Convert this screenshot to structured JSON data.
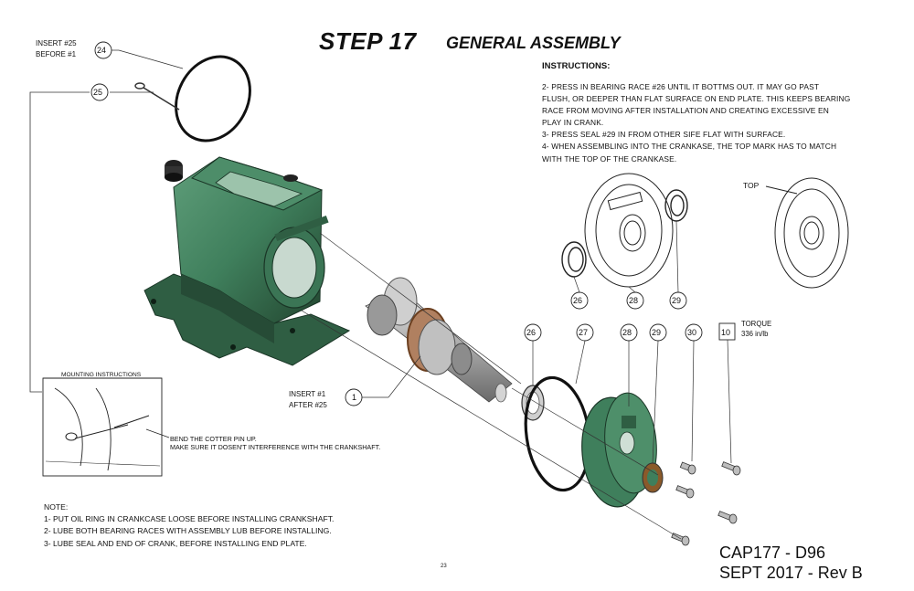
{
  "header": {
    "step": "STEP 17",
    "title": "GENERAL ASSEMBLY"
  },
  "instructions": {
    "heading": "INSTRUCTIONS:",
    "lines": [
      "2- PRESS IN BEARING RACE #26 UNTIL IT BOTTMS OUT. IT MAY GO PAST",
      "FLUSH, OR DEEPER THAN FLAT SURFACE ON END PLATE. THIS KEEPS BEARING",
      "RACE FROM MOVING AFTER INSTALLATION AND CREATING EXCESSIVE EN",
      "PLAY IN CRANK.",
      "3- PRESS SEAL #29 IN FROM OTHER SIFE FLAT WITH SURFACE.",
      "4- WHEN ASSEMBLING INTO THE CRANKASE, THE TOP MARK HAS TO MATCH",
      "WITH THE TOP OF THE CRANKASE."
    ]
  },
  "callouts": {
    "insert25_line1": "INSERT #25",
    "insert25_line2": "BEFORE #1",
    "insert1_line1": "INSERT #1",
    "insert1_line2": "AFTER #25",
    "balloon_24": "24",
    "balloon_25": "25",
    "balloon_1": "1",
    "balloon_26a": "26",
    "balloon_28a": "28",
    "balloon_29a": "29",
    "balloon_26b": "26",
    "balloon_27": "27",
    "balloon_28b": "28",
    "balloon_29b": "29",
    "balloon_30": "30",
    "box_10": "10",
    "torque_line1": "TORQUE",
    "torque_line2": "336 in/lb",
    "top_label": "TOP"
  },
  "mounting": {
    "heading": "MOUNTING INSTRUCTIONS",
    "cotter_line1": "BEND THE COTTER PIN UP.",
    "cotter_line2": "MAKE SURE IT DOSEN'T INTERFERENCE WITH THE CRANKSHAFT."
  },
  "notes": {
    "heading": "NOTE:",
    "items": [
      "1- PUT OIL RING IN CRANKCASE LOOSE BEFORE INSTALLING CRANKSHAFT.",
      "2- LUBE BOTH BEARING RACES WITH ASSEMBLY LUB BEFORE INSTALLING.",
      "3- LUBE SEAL AND END OF CRANK, BEFORE INSTALLING END PLATE."
    ]
  },
  "footer": {
    "doc_id": "CAP177 - D96",
    "revision": "SEPT 2017 - Rev B",
    "page": "23"
  },
  "colors": {
    "housing_green": "#3f7f5c",
    "housing_dark": "#244a36",
    "seal_brown": "#8a5a2a",
    "crank_silver": "#b9b9b9"
  }
}
